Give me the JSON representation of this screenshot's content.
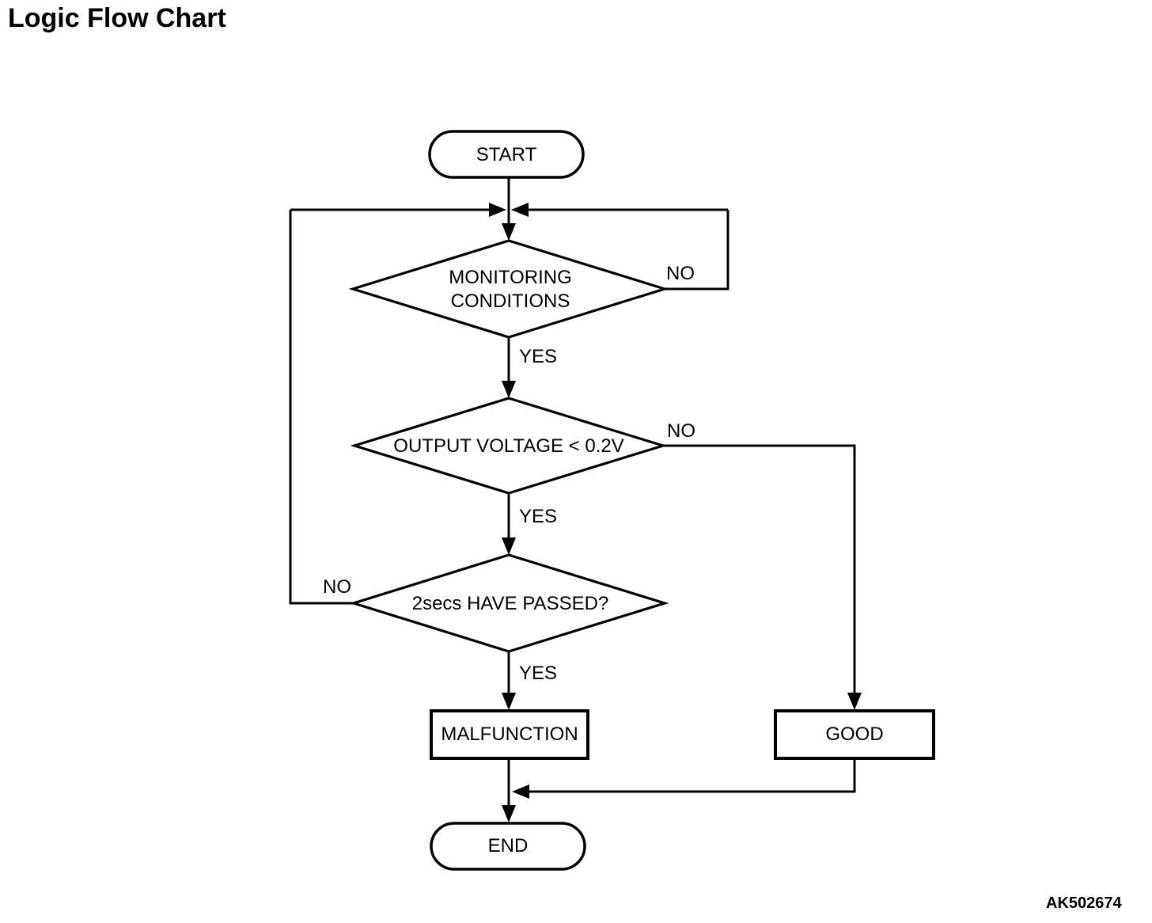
{
  "title": "Logic Flow Chart",
  "figure_code": "AK502674",
  "colors": {
    "line": "#000000",
    "background": "#ffffff",
    "text": "#000000"
  },
  "flowchart": {
    "start": {
      "label": "START"
    },
    "decisions": [
      {
        "lines": [
          "MONITORING",
          "CONDITIONS"
        ],
        "yes_label": "YES",
        "no_label": "NO"
      },
      {
        "lines": [
          "OUTPUT VOLTAGE < 0.2V"
        ],
        "yes_label": "YES",
        "no_label": "NO"
      },
      {
        "lines": [
          "2secs HAVE PASSED?"
        ],
        "yes_label": "YES",
        "no_label": "NO"
      }
    ],
    "outcomes": [
      {
        "label": "MALFUNCTION"
      },
      {
        "label": "GOOD"
      }
    ],
    "end": {
      "label": "END"
    }
  }
}
